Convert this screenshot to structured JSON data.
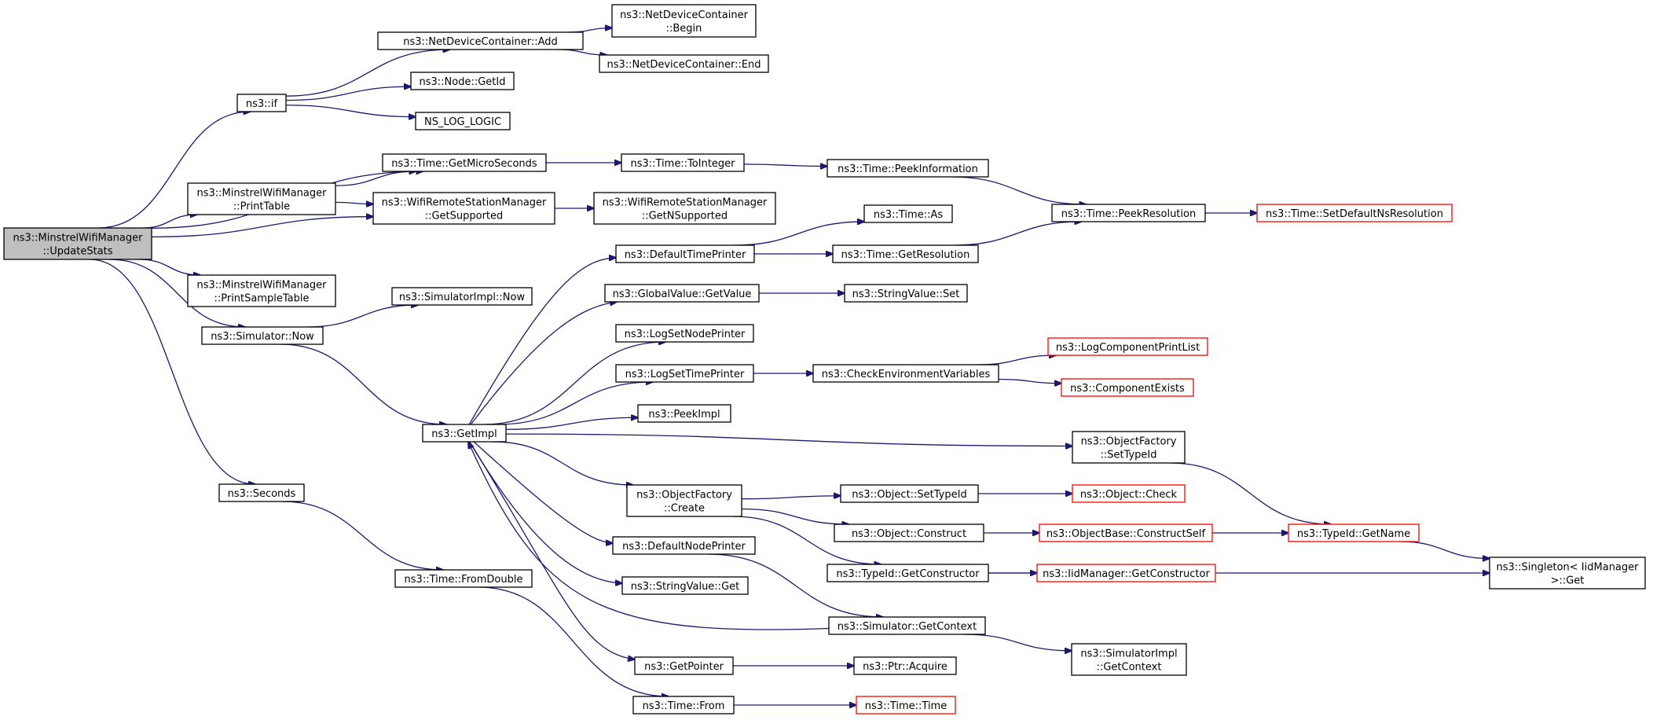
{
  "graph": {
    "colors": {
      "edge": "#191970",
      "root_fill": "#bfbfbf",
      "node_border": "#000000",
      "external_border": "#ff0000"
    },
    "nodes": [
      {
        "id": "root",
        "lines": [
          "ns3::MinstrelWifiManager",
          "::UpdateStats"
        ],
        "kind": "root"
      },
      {
        "id": "if",
        "lines": [
          "ns3::if"
        ]
      },
      {
        "id": "ndcAdd",
        "lines": [
          "ns3::NetDeviceContainer::Add"
        ]
      },
      {
        "id": "ndcBegin",
        "lines": [
          "ns3::NetDeviceContainer",
          "::Begin"
        ]
      },
      {
        "id": "ndcEnd",
        "lines": [
          "ns3::NetDeviceContainer::End"
        ]
      },
      {
        "id": "nodeGetId",
        "lines": [
          "ns3::Node::GetId"
        ]
      },
      {
        "id": "nsLogLogic",
        "lines": [
          "NS_LOG_LOGIC"
        ]
      },
      {
        "id": "getMicro",
        "lines": [
          "ns3::Time::GetMicroSeconds"
        ]
      },
      {
        "id": "toInteger",
        "lines": [
          "ns3::Time::ToInteger"
        ]
      },
      {
        "id": "peekInfo",
        "lines": [
          "ns3::Time::PeekInformation"
        ]
      },
      {
        "id": "peekRes",
        "lines": [
          "ns3::Time::PeekResolution"
        ]
      },
      {
        "id": "setDefRes",
        "lines": [
          "ns3::Time::SetDefaultNsResolution"
        ],
        "kind": "ext"
      },
      {
        "id": "printTable",
        "lines": [
          "ns3::MinstrelWifiManager",
          "::PrintTable"
        ]
      },
      {
        "id": "getSupported",
        "lines": [
          "ns3::WifiRemoteStationManager",
          "::GetSupported"
        ]
      },
      {
        "id": "getNSupported",
        "lines": [
          "ns3::WifiRemoteStationManager",
          "::GetNSupported"
        ]
      },
      {
        "id": "defTimePrinter",
        "lines": [
          "ns3::DefaultTimePrinter"
        ]
      },
      {
        "id": "timeAs",
        "lines": [
          "ns3::Time::As"
        ]
      },
      {
        "id": "getResolution",
        "lines": [
          "ns3::Time::GetResolution"
        ]
      },
      {
        "id": "printSample",
        "lines": [
          "ns3::MinstrelWifiManager",
          "::PrintSampleTable"
        ]
      },
      {
        "id": "simImplNow",
        "lines": [
          "ns3::SimulatorImpl::Now"
        ]
      },
      {
        "id": "simNow",
        "lines": [
          "ns3::Simulator::Now"
        ]
      },
      {
        "id": "gvGetValue",
        "lines": [
          "ns3::GlobalValue::GetValue"
        ]
      },
      {
        "id": "svSet",
        "lines": [
          "ns3::StringValue::Set"
        ]
      },
      {
        "id": "logSetNode",
        "lines": [
          "ns3::LogSetNodePrinter"
        ]
      },
      {
        "id": "logSetTime",
        "lines": [
          "ns3::LogSetTimePrinter"
        ]
      },
      {
        "id": "checkEnv",
        "lines": [
          "ns3::CheckEnvironmentVariables"
        ]
      },
      {
        "id": "logCompPrint",
        "lines": [
          "ns3::LogComponentPrintList"
        ],
        "kind": "ext"
      },
      {
        "id": "compExists",
        "lines": [
          "ns3::ComponentExists"
        ],
        "kind": "ext"
      },
      {
        "id": "peekImpl",
        "lines": [
          "ns3::PeekImpl"
        ]
      },
      {
        "id": "getImpl",
        "lines": [
          "ns3::GetImpl"
        ]
      },
      {
        "id": "ofSetTypeId",
        "lines": [
          "ns3::ObjectFactory",
          "::SetTypeId"
        ]
      },
      {
        "id": "seconds",
        "lines": [
          "ns3::Seconds"
        ]
      },
      {
        "id": "ofCreate",
        "lines": [
          "ns3::ObjectFactory",
          "::Create"
        ]
      },
      {
        "id": "objSetTypeId",
        "lines": [
          "ns3::Object::SetTypeId"
        ]
      },
      {
        "id": "objCheck",
        "lines": [
          "ns3::Object::Check"
        ],
        "kind": "ext"
      },
      {
        "id": "objConstruct",
        "lines": [
          "ns3::Object::Construct"
        ]
      },
      {
        "id": "constructSelf",
        "lines": [
          "ns3::ObjectBase::ConstructSelf"
        ],
        "kind": "ext"
      },
      {
        "id": "typeGetName",
        "lines": [
          "ns3::TypeId::GetName"
        ],
        "kind": "ext"
      },
      {
        "id": "singletonGet",
        "lines": [
          "ns3::Singleton< IidManager",
          ">::Get"
        ]
      },
      {
        "id": "defNodePrinter",
        "lines": [
          "ns3::DefaultNodePrinter"
        ]
      },
      {
        "id": "typeGetCtor",
        "lines": [
          "ns3::TypeId::GetConstructor"
        ]
      },
      {
        "id": "iidGetCtor",
        "lines": [
          "ns3::IidManager::GetConstructor"
        ],
        "kind": "ext"
      },
      {
        "id": "fromDouble",
        "lines": [
          "ns3::Time::FromDouble"
        ]
      },
      {
        "id": "svGet",
        "lines": [
          "ns3::StringValue::Get"
        ]
      },
      {
        "id": "simGetContext",
        "lines": [
          "ns3::Simulator::GetContext"
        ]
      },
      {
        "id": "simImplGetContext",
        "lines": [
          "ns3::SimulatorImpl",
          "::GetContext"
        ]
      },
      {
        "id": "getPointer",
        "lines": [
          "ns3::GetPointer"
        ]
      },
      {
        "id": "ptrAcquire",
        "lines": [
          "ns3::Ptr::Acquire"
        ]
      },
      {
        "id": "timeFrom",
        "lines": [
          "ns3::Time::From"
        ]
      },
      {
        "id": "timeTime",
        "lines": [
          "ns3::Time::Time"
        ],
        "kind": "ext"
      }
    ],
    "edges": [
      [
        "root",
        "if"
      ],
      [
        "root",
        "getMicro"
      ],
      [
        "root",
        "printTable"
      ],
      [
        "root",
        "getSupported"
      ],
      [
        "root",
        "printSample"
      ],
      [
        "root",
        "simNow"
      ],
      [
        "root",
        "seconds"
      ],
      [
        "if",
        "ndcAdd"
      ],
      [
        "if",
        "nodeGetId"
      ],
      [
        "if",
        "nsLogLogic"
      ],
      [
        "ndcAdd",
        "ndcBegin"
      ],
      [
        "ndcAdd",
        "ndcEnd"
      ],
      [
        "getMicro",
        "toInteger"
      ],
      [
        "toInteger",
        "peekInfo"
      ],
      [
        "peekInfo",
        "peekRes"
      ],
      [
        "peekRes",
        "setDefRes"
      ],
      [
        "printTable",
        "getMicro"
      ],
      [
        "printTable",
        "getSupported"
      ],
      [
        "getSupported",
        "getNSupported"
      ],
      [
        "defTimePrinter",
        "timeAs"
      ],
      [
        "defTimePrinter",
        "getResolution"
      ],
      [
        "getResolution",
        "peekRes"
      ],
      [
        "simNow",
        "simImplNow"
      ],
      [
        "simNow",
        "getImpl"
      ],
      [
        "getImpl",
        "defTimePrinter"
      ],
      [
        "getImpl",
        "gvGetValue"
      ],
      [
        "getImpl",
        "logSetNode"
      ],
      [
        "getImpl",
        "logSetTime"
      ],
      [
        "getImpl",
        "peekImpl"
      ],
      [
        "getImpl",
        "ofSetTypeId"
      ],
      [
        "getImpl",
        "ofCreate"
      ],
      [
        "getImpl",
        "defNodePrinter"
      ],
      [
        "getImpl",
        "svGet"
      ],
      [
        "getImpl",
        "getPointer"
      ],
      [
        "gvGetValue",
        "svSet"
      ],
      [
        "logSetTime",
        "checkEnv"
      ],
      [
        "checkEnv",
        "logCompPrint"
      ],
      [
        "checkEnv",
        "compExists"
      ],
      [
        "ofSetTypeId",
        "typeGetName"
      ],
      [
        "ofCreate",
        "objSetTypeId"
      ],
      [
        "ofCreate",
        "objConstruct"
      ],
      [
        "ofCreate",
        "typeGetCtor"
      ],
      [
        "objSetTypeId",
        "objCheck"
      ],
      [
        "objConstruct",
        "constructSelf"
      ],
      [
        "constructSelf",
        "typeGetName"
      ],
      [
        "typeGetName",
        "singletonGet"
      ],
      [
        "typeGetCtor",
        "iidGetCtor"
      ],
      [
        "typeGetCtor",
        "singletonGet"
      ],
      [
        "defNodePrinter",
        "simGetContext"
      ],
      [
        "simGetContext",
        "getImpl"
      ],
      [
        "simGetContext",
        "simImplGetContext"
      ],
      [
        "seconds",
        "fromDouble"
      ],
      [
        "fromDouble",
        "timeFrom"
      ],
      [
        "getPointer",
        "ptrAcquire"
      ],
      [
        "timeFrom",
        "timeTime"
      ]
    ]
  }
}
